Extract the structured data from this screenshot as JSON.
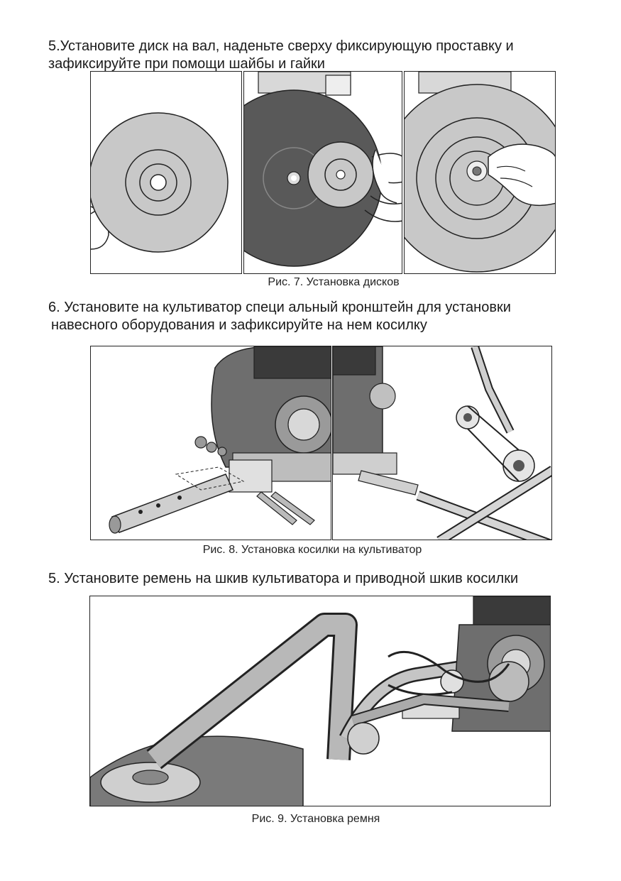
{
  "step5a": {
    "line1": "5.Установите диск на вал, наденьте сверху фиксирующую проставку и",
    "line2": "зафиксируйте при помощи шайбы и гайки"
  },
  "fig7": {
    "caption": "Рис. 7.  Установка дисков"
  },
  "step6": {
    "line1": "6. Установите на культиватор специ альный кронштейн для установки",
    "line2": "навесного оборудования и зафиксируйте на нем косилку"
  },
  "fig8": {
    "caption": "Рис. 8. Установка косилки на культиватор"
  },
  "step5b": {
    "text": "5. Установите ремень на шкив культиватора и приводной шкив косилки"
  },
  "fig9": {
    "caption": "Рис. 9. Установка ремня"
  },
  "colors": {
    "disc": "#c8c8c8",
    "dark_disc": "#595959",
    "metal": "#9a9a9a",
    "outline": "#222222"
  }
}
